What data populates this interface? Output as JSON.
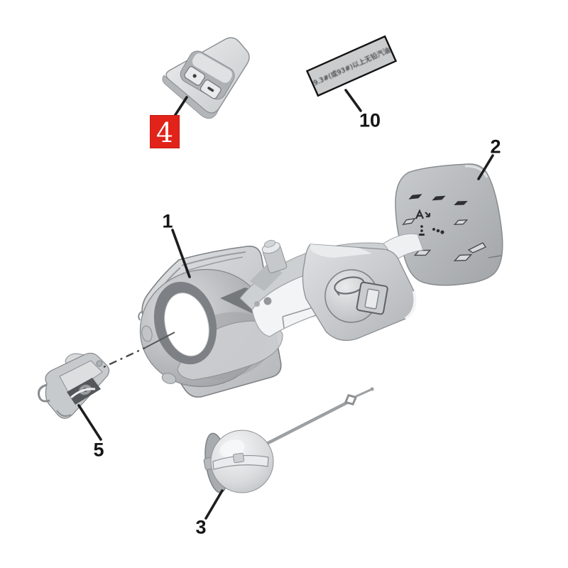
{
  "page": {
    "background": "#ffffff"
  },
  "diagram": {
    "type": "exploded-parts-diagram",
    "highlight_color": "#e2231a",
    "callouts": {
      "part1": {
        "label": "1",
        "part": "fuel-filler-housing-assembly"
      },
      "part2": {
        "label": "2",
        "part": "fuel-door-outer-panel"
      },
      "part3": {
        "label": "3",
        "part": "fuel-filler-cap-with-tether"
      },
      "part4": {
        "label": "4",
        "part": "fuel-door-release-switch",
        "highlighted": true
      },
      "part5": {
        "label": "5",
        "part": "fuel-door-lock-actuator"
      },
      "part10": {
        "label": "10",
        "part": "fuel-grade-label-sticker",
        "sticker_text": "9.3#(或93#)以上无铅汽油"
      }
    }
  }
}
